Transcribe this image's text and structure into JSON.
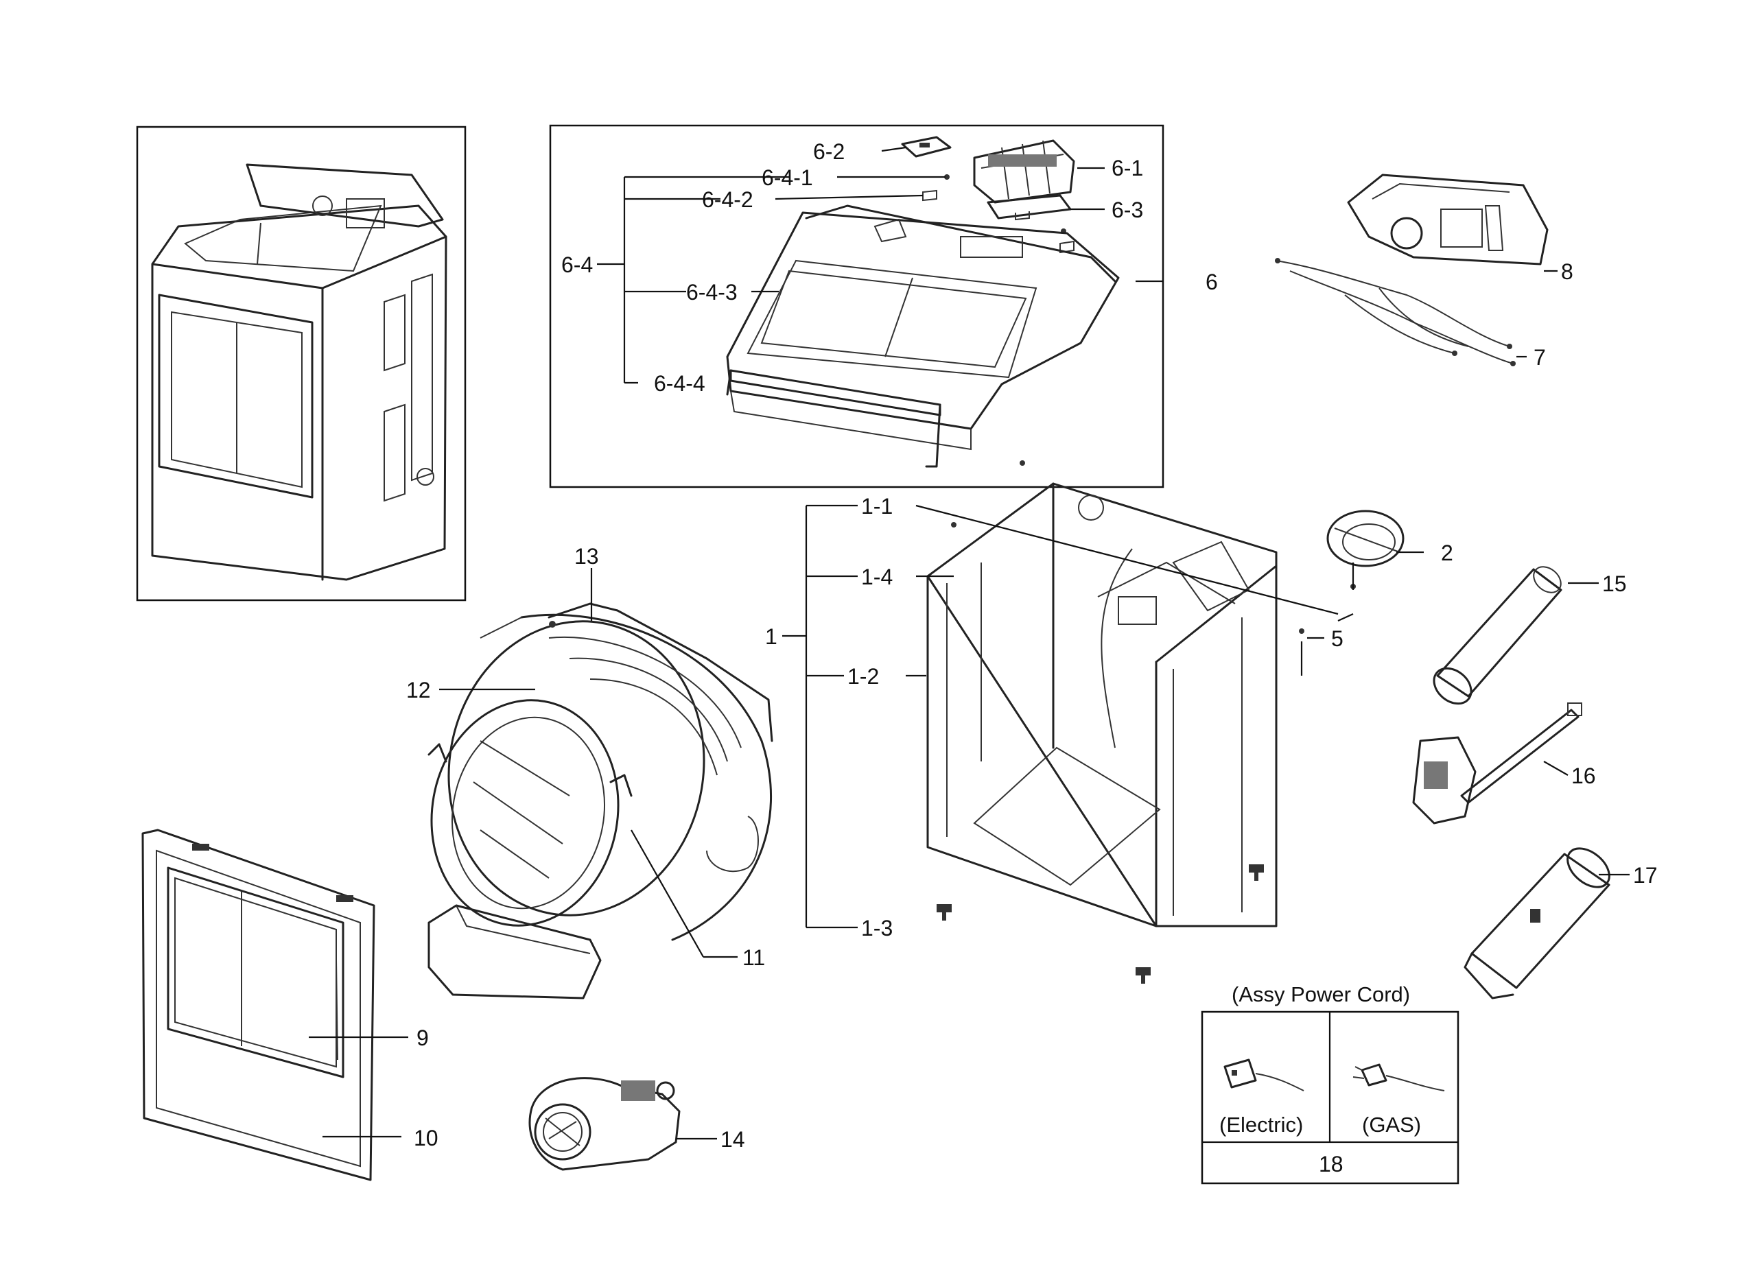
{
  "labels": {
    "p1": "1",
    "p1_1": "1-1",
    "p1_2": "1-2",
    "p1_3": "1-3",
    "p1_4": "1-4",
    "p2": "2",
    "p5": "5",
    "p6": "6",
    "p6_1": "6-1",
    "p6_2": "6-2",
    "p6_3": "6-3",
    "p6_4": "6-4",
    "p6_4_1": "6-4-1",
    "p6_4_2": "6-4-2",
    "p6_4_3": "6-4-3",
    "p6_4_4": "6-4-4",
    "p7": "7",
    "p8": "8",
    "p9": "9",
    "p10": "10",
    "p11": "11",
    "p12": "12",
    "p13": "13",
    "p14": "14",
    "p15": "15",
    "p16": "16",
    "p17": "17",
    "p18": "18"
  },
  "power_cord": {
    "title": "(Assy Power Cord)",
    "electric": "(Electric)",
    "gas": "(GAS)"
  }
}
